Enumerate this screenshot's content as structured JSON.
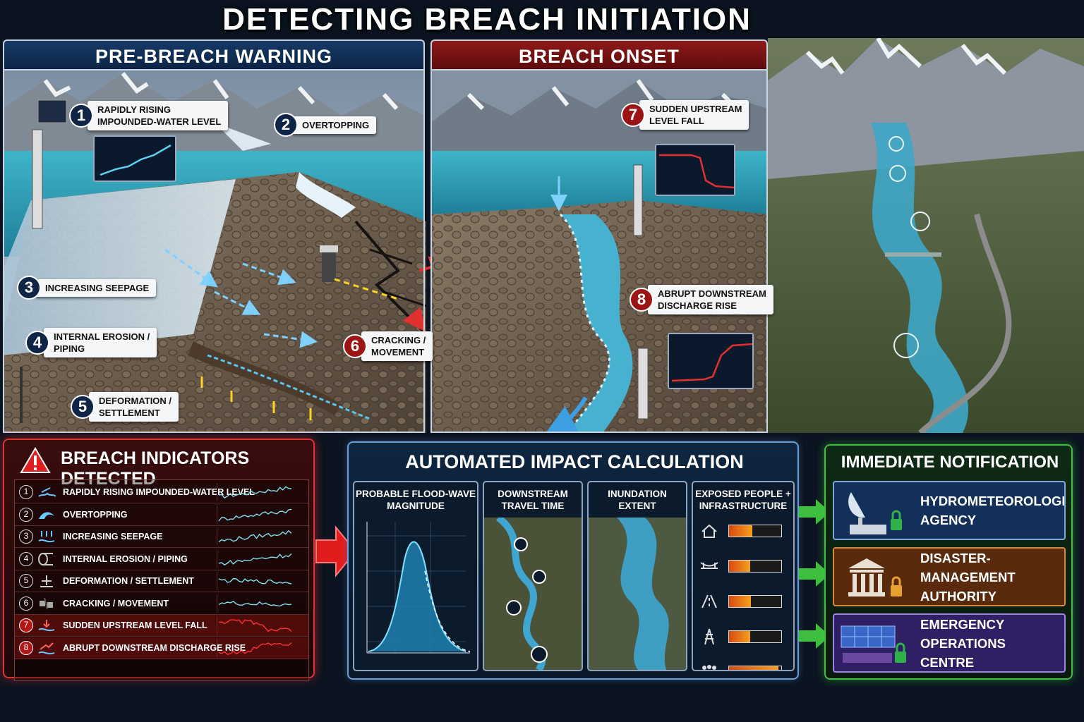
{
  "title": "DETECTING BREACH INITIATION",
  "panels": {
    "pre_breach": "PRE-BREACH WARNING",
    "onset": "BREACH ONSET"
  },
  "callouts": [
    {
      "num": "1",
      "label1": "RAPIDLY RISING",
      "label2": "IMPOUNDED-WATER LEVEL"
    },
    {
      "num": "2",
      "label1": "OVERTOPPING",
      "label2": ""
    },
    {
      "num": "3",
      "label1": "INCREASING SEEPAGE",
      "label2": ""
    },
    {
      "num": "4",
      "label1": "INTERNAL EROSION /",
      "label2": "PIPING"
    },
    {
      "num": "5",
      "label1": "DEFORMATION /",
      "label2": "SETTLEMENT"
    },
    {
      "num": "6",
      "label1": "CRACKING /",
      "label2": "MOVEMENT"
    },
    {
      "num": "7",
      "label1": "SUDDEN UPSTREAM",
      "label2": "LEVEL FALL"
    },
    {
      "num": "8",
      "label1": "ABRUPT DOWNSTREAM",
      "label2": "DISCHARGE RISE"
    }
  ],
  "indicators": {
    "title": "BREACH INDICATORS DETECTED",
    "rows": [
      {
        "num": "1",
        "label": "RAPIDLY RISING IMPOUNDED-WATER LEVEL",
        "alert": false,
        "icon": "rising-water-icon",
        "trend": "rise"
      },
      {
        "num": "2",
        "label": "OVERTOPPING",
        "alert": false,
        "icon": "wave-icon",
        "trend": "rise"
      },
      {
        "num": "3",
        "label": "INCREASING SEEPAGE",
        "alert": false,
        "icon": "seepage-icon",
        "trend": "rise"
      },
      {
        "num": "4",
        "label": "INTERNAL EROSION / PIPING",
        "alert": false,
        "icon": "pipe-icon",
        "trend": "rise"
      },
      {
        "num": "5",
        "label": "DEFORMATION / SETTLEMENT",
        "alert": false,
        "icon": "settlement-icon",
        "trend": "noisy"
      },
      {
        "num": "6",
        "label": "CRACKING / MOVEMENT",
        "alert": false,
        "icon": "cracking-icon",
        "trend": "noisy"
      },
      {
        "num": "7",
        "label": "SUDDEN UPSTREAM LEVEL FALL",
        "alert": true,
        "icon": "level-fall-icon",
        "trend": "fall"
      },
      {
        "num": "8",
        "label": "ABRUPT DOWNSTREAM DISCHARGE RISE",
        "alert": true,
        "icon": "discharge-rise-icon",
        "trend": "step-up"
      }
    ]
  },
  "impact": {
    "title": "AUTOMATED IMPACT CALCULATION",
    "cards": [
      {
        "line1": "PROBABLE FLOOD-WAVE",
        "line2": "MAGNITUDE"
      },
      {
        "line1": "DOWNSTREAM",
        "line2": "TRAVEL TIME"
      },
      {
        "line1": "INUNDATION",
        "line2": "EXTENT"
      },
      {
        "line1": "EXPOSED PEOPLE +",
        "line2": "INFRASTRUCTURE"
      }
    ],
    "exposure_levels": [
      0.45,
      0.4,
      0.42,
      0.4,
      0.95
    ]
  },
  "notification": {
    "title": "IMMEDIATE NOTIFICATION",
    "agencies": [
      {
        "line1": "HYDROMETEOROLOGICAL",
        "line2": "AGENCY",
        "icon": "satellite-dish-icon"
      },
      {
        "line1": "DISASTER-MANAGEMENT",
        "line2": "AUTHORITY",
        "icon": "government-building-icon"
      },
      {
        "line1": "EMERGENCY OPERATIONS",
        "line2": "CENTRE",
        "icon": "operations-centre-icon"
      }
    ]
  },
  "colors": {
    "alert_red": "#e02020",
    "impact_blue": "#6aa0d8",
    "notify_green": "#3fbf3f",
    "water": "#2fa8c4"
  }
}
